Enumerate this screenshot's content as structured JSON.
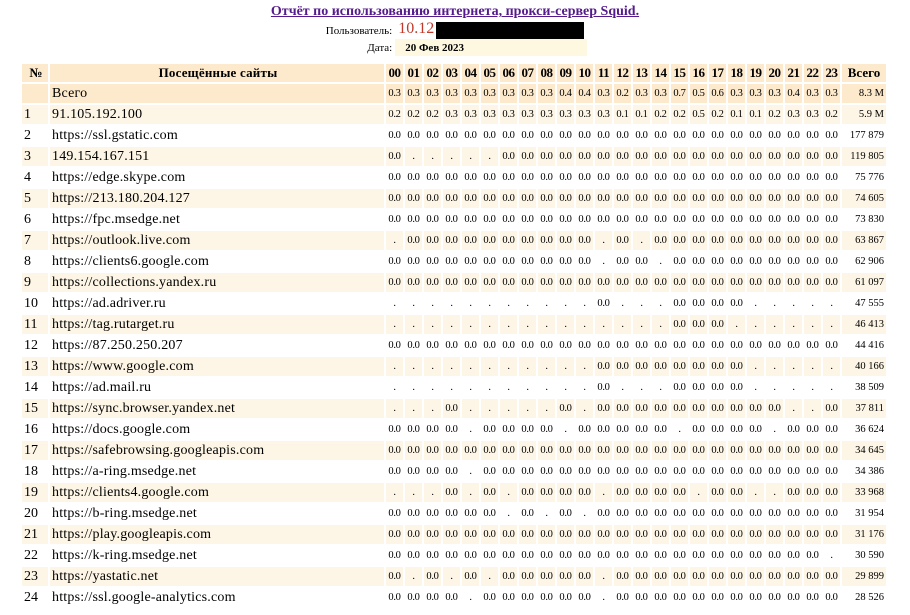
{
  "title": "Отчёт по использованию интернета, прокси-сервер Squid.",
  "user_label": "Пользователь:",
  "user_value": "10.12",
  "date_label": "Дата:",
  "date_value": "20 Фев 2023",
  "headers": {
    "num": "№",
    "sites": "Посещённые сайты",
    "hours": [
      "00",
      "01",
      "02",
      "03",
      "04",
      "05",
      "06",
      "07",
      "08",
      "09",
      "10",
      "11",
      "12",
      "13",
      "14",
      "15",
      "16",
      "17",
      "18",
      "19",
      "20",
      "21",
      "22",
      "23"
    ],
    "total": "Всего"
  },
  "total_row": {
    "label": "Всего",
    "hours": [
      "0.3",
      "0.3",
      "0.3",
      "0.3",
      "0.3",
      "0.3",
      "0.3",
      "0.3",
      "0.3",
      "0.4",
      "0.4",
      "0.3",
      "0.2",
      "0.3",
      "0.3",
      "0.7",
      "0.5",
      "0.6",
      "0.3",
      "0.3",
      "0.3",
      "0.4",
      "0.3",
      "0.3"
    ],
    "total": "8.3 M"
  },
  "rows": [
    {
      "n": "1",
      "site": "91.105.192.100",
      "hours": [
        "0.2",
        "0.2",
        "0.2",
        "0.3",
        "0.3",
        "0.3",
        "0.3",
        "0.3",
        "0.3",
        "0.3",
        "0.3",
        "0.3",
        "0.1",
        "0.1",
        "0.2",
        "0.2",
        "0.5",
        "0.2",
        "0.1",
        "0.1",
        "0.2",
        "0.3",
        "0.3",
        "0.2"
      ],
      "total": "5.9 M"
    },
    {
      "n": "2",
      "site": "https://ssl.gstatic.com",
      "hours": [
        "0.0",
        "0.0",
        "0.0",
        "0.0",
        "0.0",
        "0.0",
        "0.0",
        "0.0",
        "0.0",
        "0.0",
        "0.0",
        "0.0",
        "0.0",
        "0.0",
        "0.0",
        "0.0",
        "0.0",
        "0.0",
        "0.0",
        "0.0",
        "0.0",
        "0.0",
        "0.0",
        "0.0"
      ],
      "total": "177 879"
    },
    {
      "n": "3",
      "site": "149.154.167.151",
      "hours": [
        "0.0",
        ".",
        ".",
        ".",
        ".",
        ".",
        "0.0",
        "0.0",
        "0.0",
        "0.0",
        "0.0",
        "0.0",
        "0.0",
        "0.0",
        "0.0",
        "0.0",
        "0.0",
        "0.0",
        "0.0",
        "0.0",
        "0.0",
        "0.0",
        "0.0",
        "0.0"
      ],
      "total": "119 805"
    },
    {
      "n": "4",
      "site": "https://edge.skype.com",
      "hours": [
        "0.0",
        "0.0",
        "0.0",
        "0.0",
        "0.0",
        "0.0",
        "0.0",
        "0.0",
        "0.0",
        "0.0",
        "0.0",
        "0.0",
        "0.0",
        "0.0",
        "0.0",
        "0.0",
        "0.0",
        "0.0",
        "0.0",
        "0.0",
        "0.0",
        "0.0",
        "0.0",
        "0.0"
      ],
      "total": "75 776"
    },
    {
      "n": "5",
      "site": "https://213.180.204.127",
      "hours": [
        "0.0",
        "0.0",
        "0.0",
        "0.0",
        "0.0",
        "0.0",
        "0.0",
        "0.0",
        "0.0",
        "0.0",
        "0.0",
        "0.0",
        "0.0",
        "0.0",
        "0.0",
        "0.0",
        "0.0",
        "0.0",
        "0.0",
        "0.0",
        "0.0",
        "0.0",
        "0.0",
        "0.0"
      ],
      "total": "74 605"
    },
    {
      "n": "6",
      "site": "https://fpc.msedge.net",
      "hours": [
        "0.0",
        "0.0",
        "0.0",
        "0.0",
        "0.0",
        "0.0",
        "0.0",
        "0.0",
        "0.0",
        "0.0",
        "0.0",
        "0.0",
        "0.0",
        "0.0",
        "0.0",
        "0.0",
        "0.0",
        "0.0",
        "0.0",
        "0.0",
        "0.0",
        "0.0",
        "0.0",
        "0.0"
      ],
      "total": "73 830"
    },
    {
      "n": "7",
      "site": "https://outlook.live.com",
      "hours": [
        ".",
        "0.0",
        "0.0",
        "0.0",
        "0.0",
        "0.0",
        "0.0",
        "0.0",
        "0.0",
        "0.0",
        "0.0",
        ".",
        "0.0",
        ".",
        "0.0",
        "0.0",
        "0.0",
        "0.0",
        "0.0",
        "0.0",
        "0.0",
        "0.0",
        "0.0",
        "0.0"
      ],
      "total": "63 867"
    },
    {
      "n": "8",
      "site": "https://clients6.google.com",
      "hours": [
        "0.0",
        "0.0",
        "0.0",
        "0.0",
        "0.0",
        "0.0",
        "0.0",
        "0.0",
        "0.0",
        "0.0",
        "0.0",
        ".",
        "0.0",
        "0.0",
        ".",
        "0.0",
        "0.0",
        "0.0",
        "0.0",
        "0.0",
        "0.0",
        "0.0",
        "0.0",
        "0.0"
      ],
      "total": "62 906"
    },
    {
      "n": "9",
      "site": "https://collections.yandex.ru",
      "hours": [
        "0.0",
        "0.0",
        "0.0",
        "0.0",
        "0.0",
        "0.0",
        "0.0",
        "0.0",
        "0.0",
        "0.0",
        "0.0",
        "0.0",
        "0.0",
        "0.0",
        "0.0",
        "0.0",
        "0.0",
        "0.0",
        "0.0",
        "0.0",
        "0.0",
        "0.0",
        "0.0",
        "0.0"
      ],
      "total": "61 097"
    },
    {
      "n": "10",
      "site": "https://ad.adriver.ru",
      "hours": [
        ".",
        ".",
        ".",
        ".",
        ".",
        ".",
        ".",
        ".",
        ".",
        ".",
        ".",
        "0.0",
        ".",
        ".",
        ".",
        "0.0",
        "0.0",
        "0.0",
        "0.0",
        ".",
        ".",
        ".",
        ".",
        "."
      ],
      "total": "47 555"
    },
    {
      "n": "11",
      "site": "https://tag.rutarget.ru",
      "hours": [
        ".",
        ".",
        ".",
        ".",
        ".",
        ".",
        ".",
        ".",
        ".",
        ".",
        ".",
        ".",
        ".",
        ".",
        ".",
        "0.0",
        "0.0",
        "0.0",
        ".",
        ".",
        ".",
        ".",
        ".",
        "."
      ],
      "total": "46 413"
    },
    {
      "n": "12",
      "site": "https://87.250.250.207",
      "hours": [
        "0.0",
        "0.0",
        "0.0",
        "0.0",
        "0.0",
        "0.0",
        "0.0",
        "0.0",
        "0.0",
        "0.0",
        "0.0",
        "0.0",
        "0.0",
        "0.0",
        "0.0",
        "0.0",
        "0.0",
        "0.0",
        "0.0",
        "0.0",
        "0.0",
        "0.0",
        "0.0",
        "0.0"
      ],
      "total": "44 416"
    },
    {
      "n": "13",
      "site": "https://www.google.com",
      "hours": [
        ".",
        ".",
        ".",
        ".",
        ".",
        ".",
        ".",
        ".",
        ".",
        ".",
        ".",
        "0.0",
        "0.0",
        "0.0",
        "0.0",
        "0.0",
        "0.0",
        "0.0",
        "0.0",
        ".",
        ".",
        ".",
        ".",
        "."
      ],
      "total": "40 166"
    },
    {
      "n": "14",
      "site": "https://ad.mail.ru",
      "hours": [
        ".",
        ".",
        ".",
        ".",
        ".",
        ".",
        ".",
        ".",
        ".",
        ".",
        ".",
        "0.0",
        ".",
        ".",
        ".",
        "0.0",
        "0.0",
        "0.0",
        "0.0",
        ".",
        ".",
        ".",
        ".",
        "."
      ],
      "total": "38 509"
    },
    {
      "n": "15",
      "site": "https://sync.browser.yandex.net",
      "hours": [
        ".",
        ".",
        ".",
        "0.0",
        ".",
        ".",
        ".",
        ".",
        ".",
        "0.0",
        ".",
        "0.0",
        "0.0",
        "0.0",
        "0.0",
        "0.0",
        "0.0",
        "0.0",
        "0.0",
        "0.0",
        "0.0",
        ".",
        ".",
        "0.0"
      ],
      "total": "37 811"
    },
    {
      "n": "16",
      "site": "https://docs.google.com",
      "hours": [
        "0.0",
        "0.0",
        "0.0",
        "0.0",
        ".",
        "0.0",
        "0.0",
        "0.0",
        "0.0",
        ".",
        "0.0",
        "0.0",
        "0.0",
        "0.0",
        "0.0",
        ".",
        "0.0",
        "0.0",
        "0.0",
        "0.0",
        ".",
        "0.0",
        "0.0",
        "0.0"
      ],
      "total": "36 624"
    },
    {
      "n": "17",
      "site": "https://safebrowsing.googleapis.com",
      "hours": [
        "0.0",
        "0.0",
        "0.0",
        "0.0",
        "0.0",
        "0.0",
        "0.0",
        "0.0",
        "0.0",
        "0.0",
        "0.0",
        "0.0",
        "0.0",
        "0.0",
        "0.0",
        "0.0",
        "0.0",
        "0.0",
        "0.0",
        "0.0",
        "0.0",
        "0.0",
        "0.0",
        "0.0"
      ],
      "total": "34 645"
    },
    {
      "n": "18",
      "site": "https://a-ring.msedge.net",
      "hours": [
        "0.0",
        "0.0",
        "0.0",
        "0.0",
        ".",
        "0.0",
        "0.0",
        "0.0",
        "0.0",
        "0.0",
        "0.0",
        "0.0",
        "0.0",
        "0.0",
        "0.0",
        "0.0",
        "0.0",
        "0.0",
        "0.0",
        "0.0",
        "0.0",
        "0.0",
        "0.0",
        "0.0"
      ],
      "total": "34 386"
    },
    {
      "n": "19",
      "site": "https://clients4.google.com",
      "hours": [
        ".",
        ".",
        ".",
        "0.0",
        ".",
        "0.0",
        ".",
        "0.0",
        "0.0",
        "0.0",
        "0.0",
        ".",
        "0.0",
        "0.0",
        "0.0",
        "0.0",
        ".",
        "0.0",
        "0.0",
        ".",
        ".",
        "0.0",
        "0.0",
        "0.0"
      ],
      "total": "33 968"
    },
    {
      "n": "20",
      "site": "https://b-ring.msedge.net",
      "hours": [
        "0.0",
        "0.0",
        "0.0",
        "0.0",
        "0.0",
        "0.0",
        ".",
        "0.0",
        ".",
        "0.0",
        ".",
        "0.0",
        "0.0",
        "0.0",
        "0.0",
        "0.0",
        "0.0",
        "0.0",
        "0.0",
        "0.0",
        "0.0",
        "0.0",
        "0.0",
        "0.0"
      ],
      "total": "31 954"
    },
    {
      "n": "21",
      "site": "https://play.googleapis.com",
      "hours": [
        "0.0",
        "0.0",
        "0.0",
        "0.0",
        "0.0",
        "0.0",
        "0.0",
        "0.0",
        "0.0",
        "0.0",
        "0.0",
        "0.0",
        "0.0",
        "0.0",
        "0.0",
        "0.0",
        "0.0",
        "0.0",
        "0.0",
        "0.0",
        "0.0",
        "0.0",
        "0.0",
        "0.0"
      ],
      "total": "31 176"
    },
    {
      "n": "22",
      "site": "https://k-ring.msedge.net",
      "hours": [
        "0.0",
        "0.0",
        "0.0",
        "0.0",
        "0.0",
        "0.0",
        "0.0",
        "0.0",
        "0.0",
        "0.0",
        "0.0",
        "0.0",
        "0.0",
        "0.0",
        "0.0",
        "0.0",
        "0.0",
        "0.0",
        "0.0",
        "0.0",
        "0.0",
        "0.0",
        "0.0",
        "."
      ],
      "total": "30 590"
    },
    {
      "n": "23",
      "site": "https://yastatic.net",
      "hours": [
        "0.0",
        ".",
        "0.0",
        ".",
        "0.0",
        ".",
        "0.0",
        "0.0",
        "0.0",
        "0.0",
        "0.0",
        ".",
        "0.0",
        "0.0",
        "0.0",
        "0.0",
        "0.0",
        "0.0",
        "0.0",
        "0.0",
        "0.0",
        "0.0",
        "0.0",
        "0.0"
      ],
      "total": "29 899"
    },
    {
      "n": "24",
      "site": "https://ssl.google-analytics.com",
      "hours": [
        "0.0",
        "0.0",
        "0.0",
        "0.0",
        ".",
        "0.0",
        "0.0",
        "0.0",
        "0.0",
        "0.0",
        "0.0",
        ".",
        "0.0",
        "0.0",
        "0.0",
        "0.0",
        "0.0",
        "0.0",
        "0.0",
        "0.0",
        "0.0",
        "0.0",
        "0.0",
        "0.0"
      ],
      "total": "28 526"
    }
  ]
}
